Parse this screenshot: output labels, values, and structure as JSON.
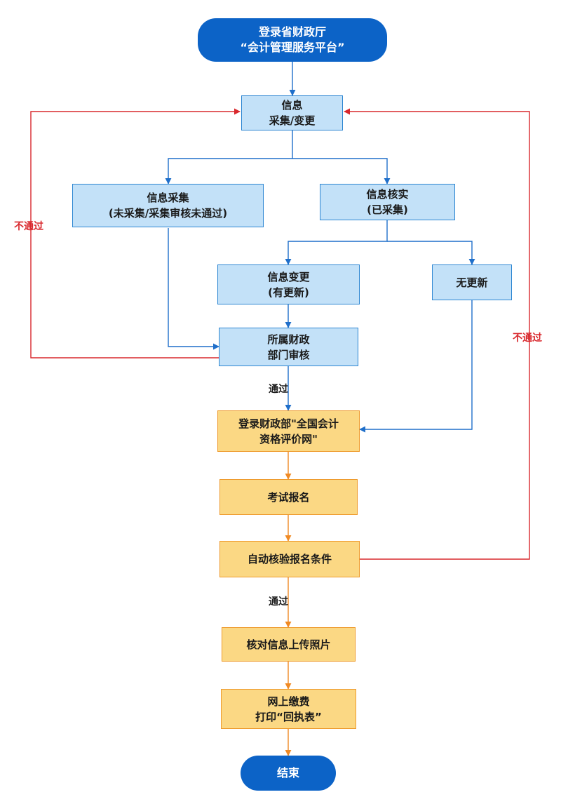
{
  "colors": {
    "blue_fill": "#c3e1f8",
    "blue_border": "#2d86d2",
    "blue_arrow": "#1f6fca",
    "orange_fill": "#fbd884",
    "orange_border": "#ee9a2c",
    "orange_arrow": "#f08a24",
    "terminal_fill": "#0c63c7",
    "reject_red": "#d9282d"
  },
  "nodes": {
    "start": {
      "line1": "登录省财政厅",
      "line2": "“会计管理服务平台”"
    },
    "info_collect_change": {
      "line1": "信息",
      "line2": "采集/变更"
    },
    "info_collect": {
      "line1": "信息采集",
      "line2": "(未采集/采集审核未通过)"
    },
    "info_verify": {
      "line1": "信息核实",
      "line2": "(已采集)"
    },
    "info_change": {
      "line1": "信息变更",
      "line2": "(有更新)"
    },
    "no_update": {
      "line1": "无更新"
    },
    "dept_review": {
      "line1": "所属财政",
      "line2": "部门审核"
    },
    "login_mof": {
      "line1": "登录财政部\"全国会计",
      "line2": "资格评价网\""
    },
    "exam_register": {
      "line1": "考试报名"
    },
    "auto_check": {
      "line1": "自动核验报名条件"
    },
    "upload_photo": {
      "line1": "核对信息上传照片"
    },
    "pay_print": {
      "line1": "网上缴费",
      "line2": "打印“回执表”"
    },
    "end": {
      "line1": "结束"
    }
  },
  "edge_labels": {
    "pass_1": "通过",
    "pass_2": "通过",
    "fail_left": "不通过",
    "fail_right": "不通过"
  }
}
